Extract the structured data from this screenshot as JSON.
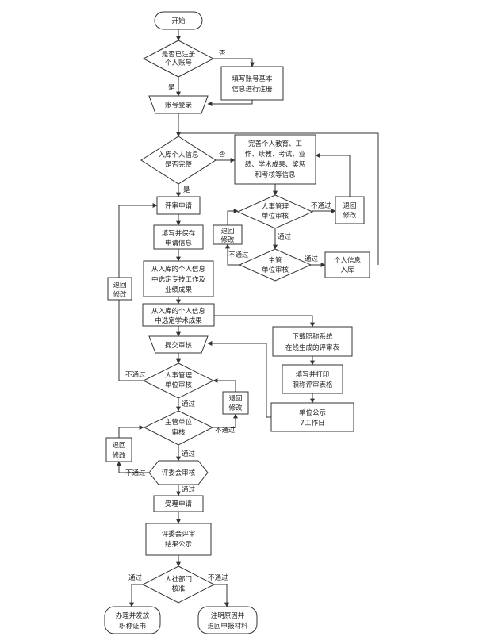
{
  "nodes": {
    "start": [
      "开始"
    ],
    "registered_decision": [
      "是否已注册",
      "个人账号"
    ],
    "fill_register": [
      "填写账号基本",
      "信息进行注册"
    ],
    "login": [
      "账号登录"
    ],
    "info_complete_decision": [
      "入库个人信息",
      "是否完整"
    ],
    "complete_info": [
      "完善个人教育、工",
      "作、续教、考试、业",
      "绩、学术成果、奖惩",
      "和考核等信息"
    ],
    "hr_review_1": [
      "人事管理",
      "单位审核"
    ],
    "return_edit_1": [
      "退回",
      "修改"
    ],
    "return_edit_2": [
      "退回",
      "修改"
    ],
    "supervisor_review_1": [
      "主管",
      "单位审核"
    ],
    "info_stored": [
      "个人信息",
      "入库"
    ],
    "apply": [
      "评审申请"
    ],
    "save_apply": [
      "填写并保存",
      "申请信息"
    ],
    "select_work": [
      "从入库的个人信息",
      "中选定专技工作及",
      "业绩成果"
    ],
    "select_academic": [
      "从入库的个人信息",
      "中选定学术成果"
    ],
    "return_edit_left": [
      "退回",
      "修改"
    ],
    "submit": [
      "提交审核"
    ],
    "download_form": [
      "下载职称系统",
      "在线生成的评审表"
    ],
    "print_form": [
      "填写并打印",
      "职称评审表格"
    ],
    "unit_publicity": [
      "单位公示",
      "7工作日"
    ],
    "hr_review_2": [
      "人事管理",
      "单位审核"
    ],
    "return_edit_3": [
      "退回",
      "修改"
    ],
    "supervisor_review_2": [
      "主管单位",
      "审核"
    ],
    "return_edit_4": [
      "退回",
      "修改"
    ],
    "committee_review": [
      "评委会审核"
    ],
    "accept": [
      "受理申请"
    ],
    "result_publicity": [
      "评委会评审",
      "结果公示"
    ],
    "hrss_approval": [
      "人社部门",
      "核准"
    ],
    "issue_cert": [
      "办理并发放",
      "职称证书"
    ],
    "return_materials": [
      "注明原因并",
      "退回申报材料"
    ]
  },
  "edges": {
    "no": "否",
    "yes": "是",
    "pass": "通过",
    "fail": "不通过"
  }
}
